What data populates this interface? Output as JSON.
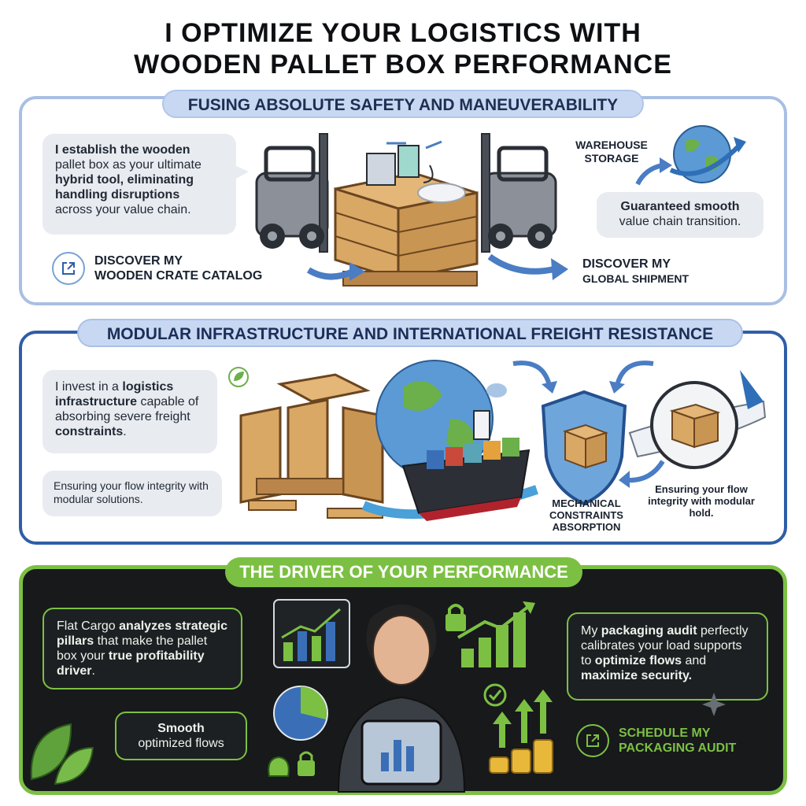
{
  "header": {
    "title_line1": "I OPTIMIZE YOUR LOGISTICS WITH",
    "title_line2": "WOODEN PALLET BOX PERFORMANCE"
  },
  "section1": {
    "title": "FUSING ABSOLUTE SAFETY AND MANEUVERABILITY",
    "bubble_bold1": "I establish the wooden",
    "bubble_text1": "pallet box as your ultimate",
    "bubble_bold2": "hybrid tool, eliminating handling disruptions",
    "bubble_text2": "across your value chain.",
    "catalog_link_line1": "DISCOVER MY",
    "catalog_link_line2": "WOODEN CRATE CATALOG",
    "warehouse_line1": "WAREHOUSE",
    "warehouse_line2": "STORAGE",
    "guarantee_bold": "Guaranteed smooth",
    "guarantee_text": "value chain transition.",
    "shipment_line1": "DISCOVER MY",
    "shipment_line2": "GLOBAL SHIPMENT"
  },
  "section2": {
    "title": "MODULAR INFRASTRUCTURE AND INTERNATIONAL FREIGHT RESISTANCE",
    "bubble_a": "I invest in a",
    "bubble_bold_a": "logistics infrastructure",
    "bubble_b": "capable of absorbing severe freight",
    "bubble_bold_b": "constraints",
    "bubble_c": ".",
    "flow_bubble": "Ensuring your flow integrity with modular solutions.",
    "mechanical_line1": "MECHANICAL",
    "mechanical_line2": "CONSTRAINTS",
    "mechanical_line3": "ABSORPTION",
    "hold_text": "Ensuring your flow integrity with modular hold."
  },
  "section3": {
    "title": "THE DRIVER OF YOUR PERFORMANCE",
    "left_a": "Flat Cargo",
    "left_bold_a": "analyzes strategic pillars",
    "left_b": "that make the pallet box your",
    "left_bold_b": "true profitability driver",
    "left_c": ".",
    "smooth_bold": "Smooth",
    "smooth_text": "optimized flows",
    "right_a": "My",
    "right_bold_a": "packaging audit",
    "right_b": "perfectly calibrates your load supports to",
    "right_bold_b": "optimize flows",
    "right_c": "and",
    "right_bold_c": "maximize security.",
    "audit_link_line1": "SCHEDULE MY",
    "audit_link_line2": "PACKAGING AUDIT"
  },
  "colors": {
    "accent_blue": "#2f5ea6",
    "light_blue": "#c8d8f3",
    "accent_green": "#7cc043",
    "dark_bg": "#17191b",
    "wood": "#d9a865"
  }
}
